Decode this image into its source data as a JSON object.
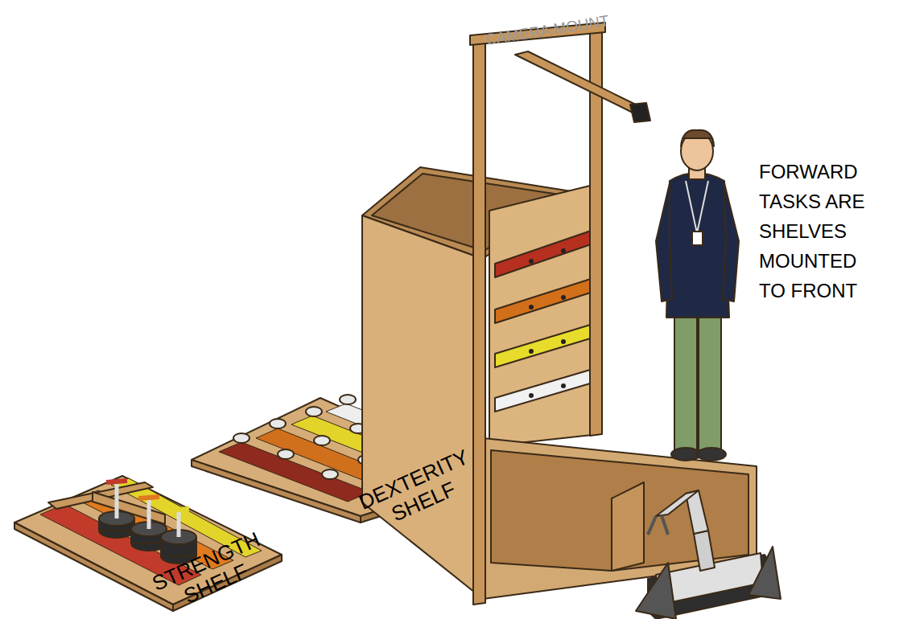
{
  "diagram": {
    "labels": [
      "CAMERA MOUNT",
      "FORWARD TASKS ARE SHELVES MOUNTED TO FRONT",
      "STRENGTH SHELF",
      "DEXTERITY SHELF"
    ]
  }
}
